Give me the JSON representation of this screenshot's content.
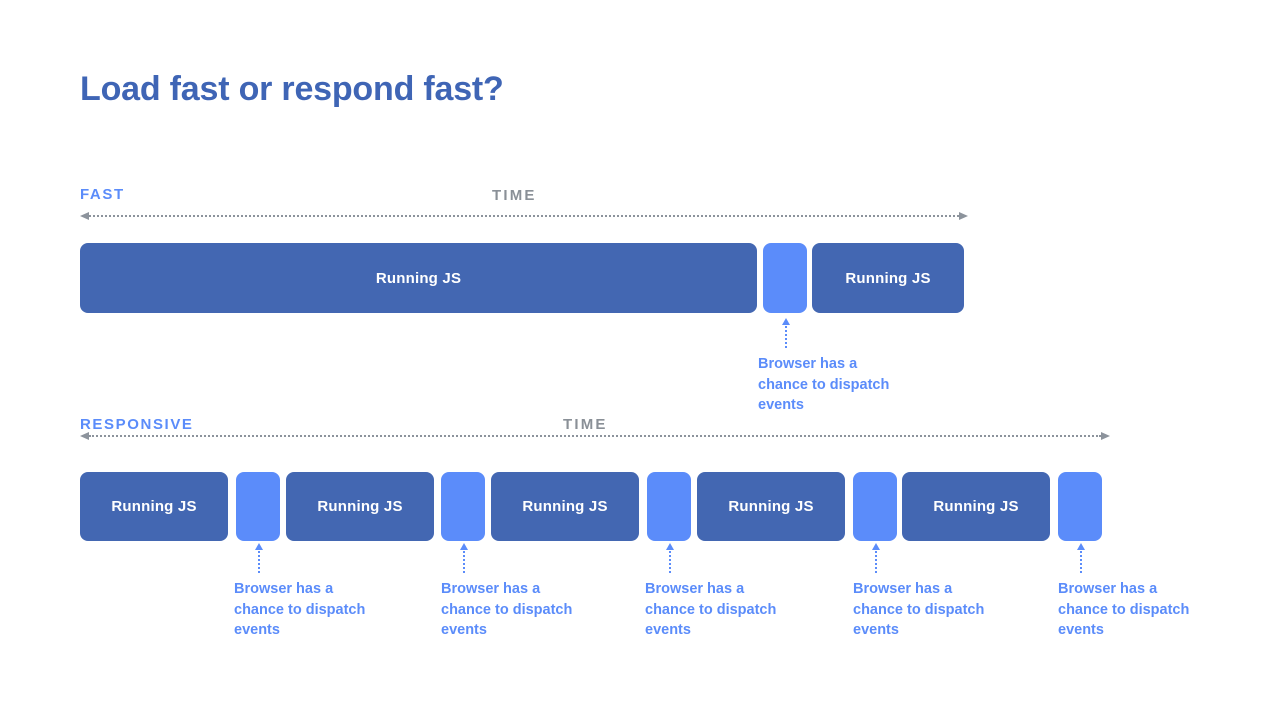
{
  "slide": {
    "title": "Load fast or respond fast?",
    "background_color": "#ffffff",
    "title_color": "#3f65b5",
    "bar_color": "#4367b2",
    "gap_color": "#5b8cfa",
    "accent_color": "#5b8cfa",
    "axis_color": "#8c939c",
    "time_label_color": "#8a9097"
  },
  "rows": [
    {
      "id": "fast",
      "label": "FAST",
      "time_label": "TIME",
      "bars": [
        {
          "kind": "js",
          "label": "Running JS"
        },
        {
          "kind": "gap",
          "label": ""
        },
        {
          "kind": "js",
          "label": "Running JS"
        }
      ],
      "annotations": [
        {
          "text": "Browser has a chance to dispatch events"
        }
      ]
    },
    {
      "id": "responsive",
      "label": "RESPONSIVE",
      "time_label": "TIME",
      "bars": [
        {
          "kind": "js",
          "label": "Running JS"
        },
        {
          "kind": "gap",
          "label": ""
        },
        {
          "kind": "js",
          "label": "Running JS"
        },
        {
          "kind": "gap",
          "label": ""
        },
        {
          "kind": "js",
          "label": "Running JS"
        },
        {
          "kind": "gap",
          "label": ""
        },
        {
          "kind": "js",
          "label": "Running JS"
        },
        {
          "kind": "gap",
          "label": ""
        },
        {
          "kind": "js",
          "label": "Running JS"
        },
        {
          "kind": "gap",
          "label": ""
        }
      ],
      "annotations": [
        {
          "text": "Browser has a chance to dispatch events"
        },
        {
          "text": "Browser has a chance to dispatch events"
        },
        {
          "text": "Browser has a chance to dispatch events"
        },
        {
          "text": "Browser has a chance to dispatch events"
        },
        {
          "text": "Browser has a chance to dispatch events"
        }
      ]
    }
  ]
}
